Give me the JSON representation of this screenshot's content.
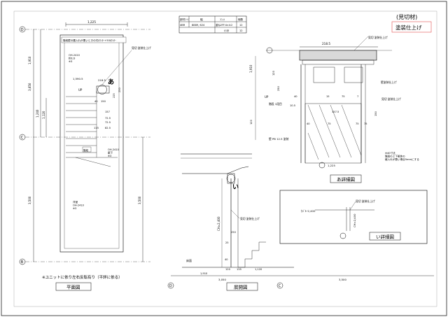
{
  "header": {
    "tag": "(見切材)",
    "finish": "塗装仕上げ"
  },
  "table": {
    "headers": [
      "部材ｺｰﾄﾞ",
      "幅",
      "ﾕﾆｯﾄ",
      "個数"
    ],
    "row": [
      "4BR",
      "8889, 624",
      "重ね2FF:4×4:2",
      "12"
    ],
    "subtotal_label": "小計",
    "subtotal_value": "12"
  },
  "plan": {
    "title": "平面図",
    "grid": [
      "D",
      "C",
      "B"
    ],
    "dims": {
      "top": "1,225",
      "left_a": "1,910",
      "left_b": "3,650",
      "left_c": "1,240",
      "left_d": "1,120",
      "bottom": "3,500",
      "right": "3,500",
      "mid": "1,590.5",
      "d218": "218.5",
      "d250": "250",
      "d225": "225",
      "d150": "150",
      "d157": "157",
      "d72a": "72.5",
      "d72b": "72.5",
      "d115": "115",
      "d82": "82.5",
      "d40": "40"
    },
    "note_top": "階段壁の腰入れが悪いときの付ｶｳﾝﾀｰ+50ｶｳﾝﾀｰ",
    "note_finish": "見切 塗装仕上げ",
    "up": "UP",
    "bubble": "あ",
    "room_a": "OH-2410\n約1/3\n※3",
    "room_b": "OH-2410\n廊下\n※3",
    "room_c": "洋室\nOH-2410\n※3",
    "box": "階段",
    "footnote": "※ユニットに依り左右反転有り（平詳に依る）"
  },
  "elev": {
    "title": "展開図",
    "grid": [
      "D",
      "C"
    ],
    "bubble": "い",
    "label_ch": "CH=2,400",
    "label_floor": "床面",
    "finish": "見切 塗装仕上げ",
    "dims": {
      "d250": "250",
      "d25": "25",
      "d40": "40",
      "d120": "120",
      "d135": "135",
      "d1120": "1,120",
      "d1910": "1,910",
      "d3050": "3,050",
      "d3500": "3,500"
    }
  },
  "detailA": {
    "title": "あ詳細図",
    "finish1": "見切 塗装仕上げ",
    "finish2": "壁塗装仕上げ",
    "finish3": "見切 塗装仕上げ",
    "dims": {
      "top": "218.5",
      "d1910": "1,910",
      "d120": "120",
      "d250": "250",
      "d40": "40",
      "d15": "15",
      "d75": "75",
      "d7": "7",
      "d10": "10.5",
      "d157": "157.5",
      "d150": "150",
      "d120b": "120",
      "d1225": "1,225",
      "d40b": "40",
      "d75b": "75",
      "d75c": "75",
      "d75d": "75"
    },
    "stair_label": "階段 1段目",
    "wall_label": "壁 PB 12.5 塗装",
    "up": "UP",
    "note": "※40寸法\n階段の上下躯体の\n継入れが悪い場合5mmにする"
  },
  "detailB": {
    "title": "い詳細図",
    "finish": "見切 塗装仕上げ",
    "label_ch": "ｶﾊﾞﾙｰ2,400",
    "label_ch2": "CH=2,400"
  }
}
